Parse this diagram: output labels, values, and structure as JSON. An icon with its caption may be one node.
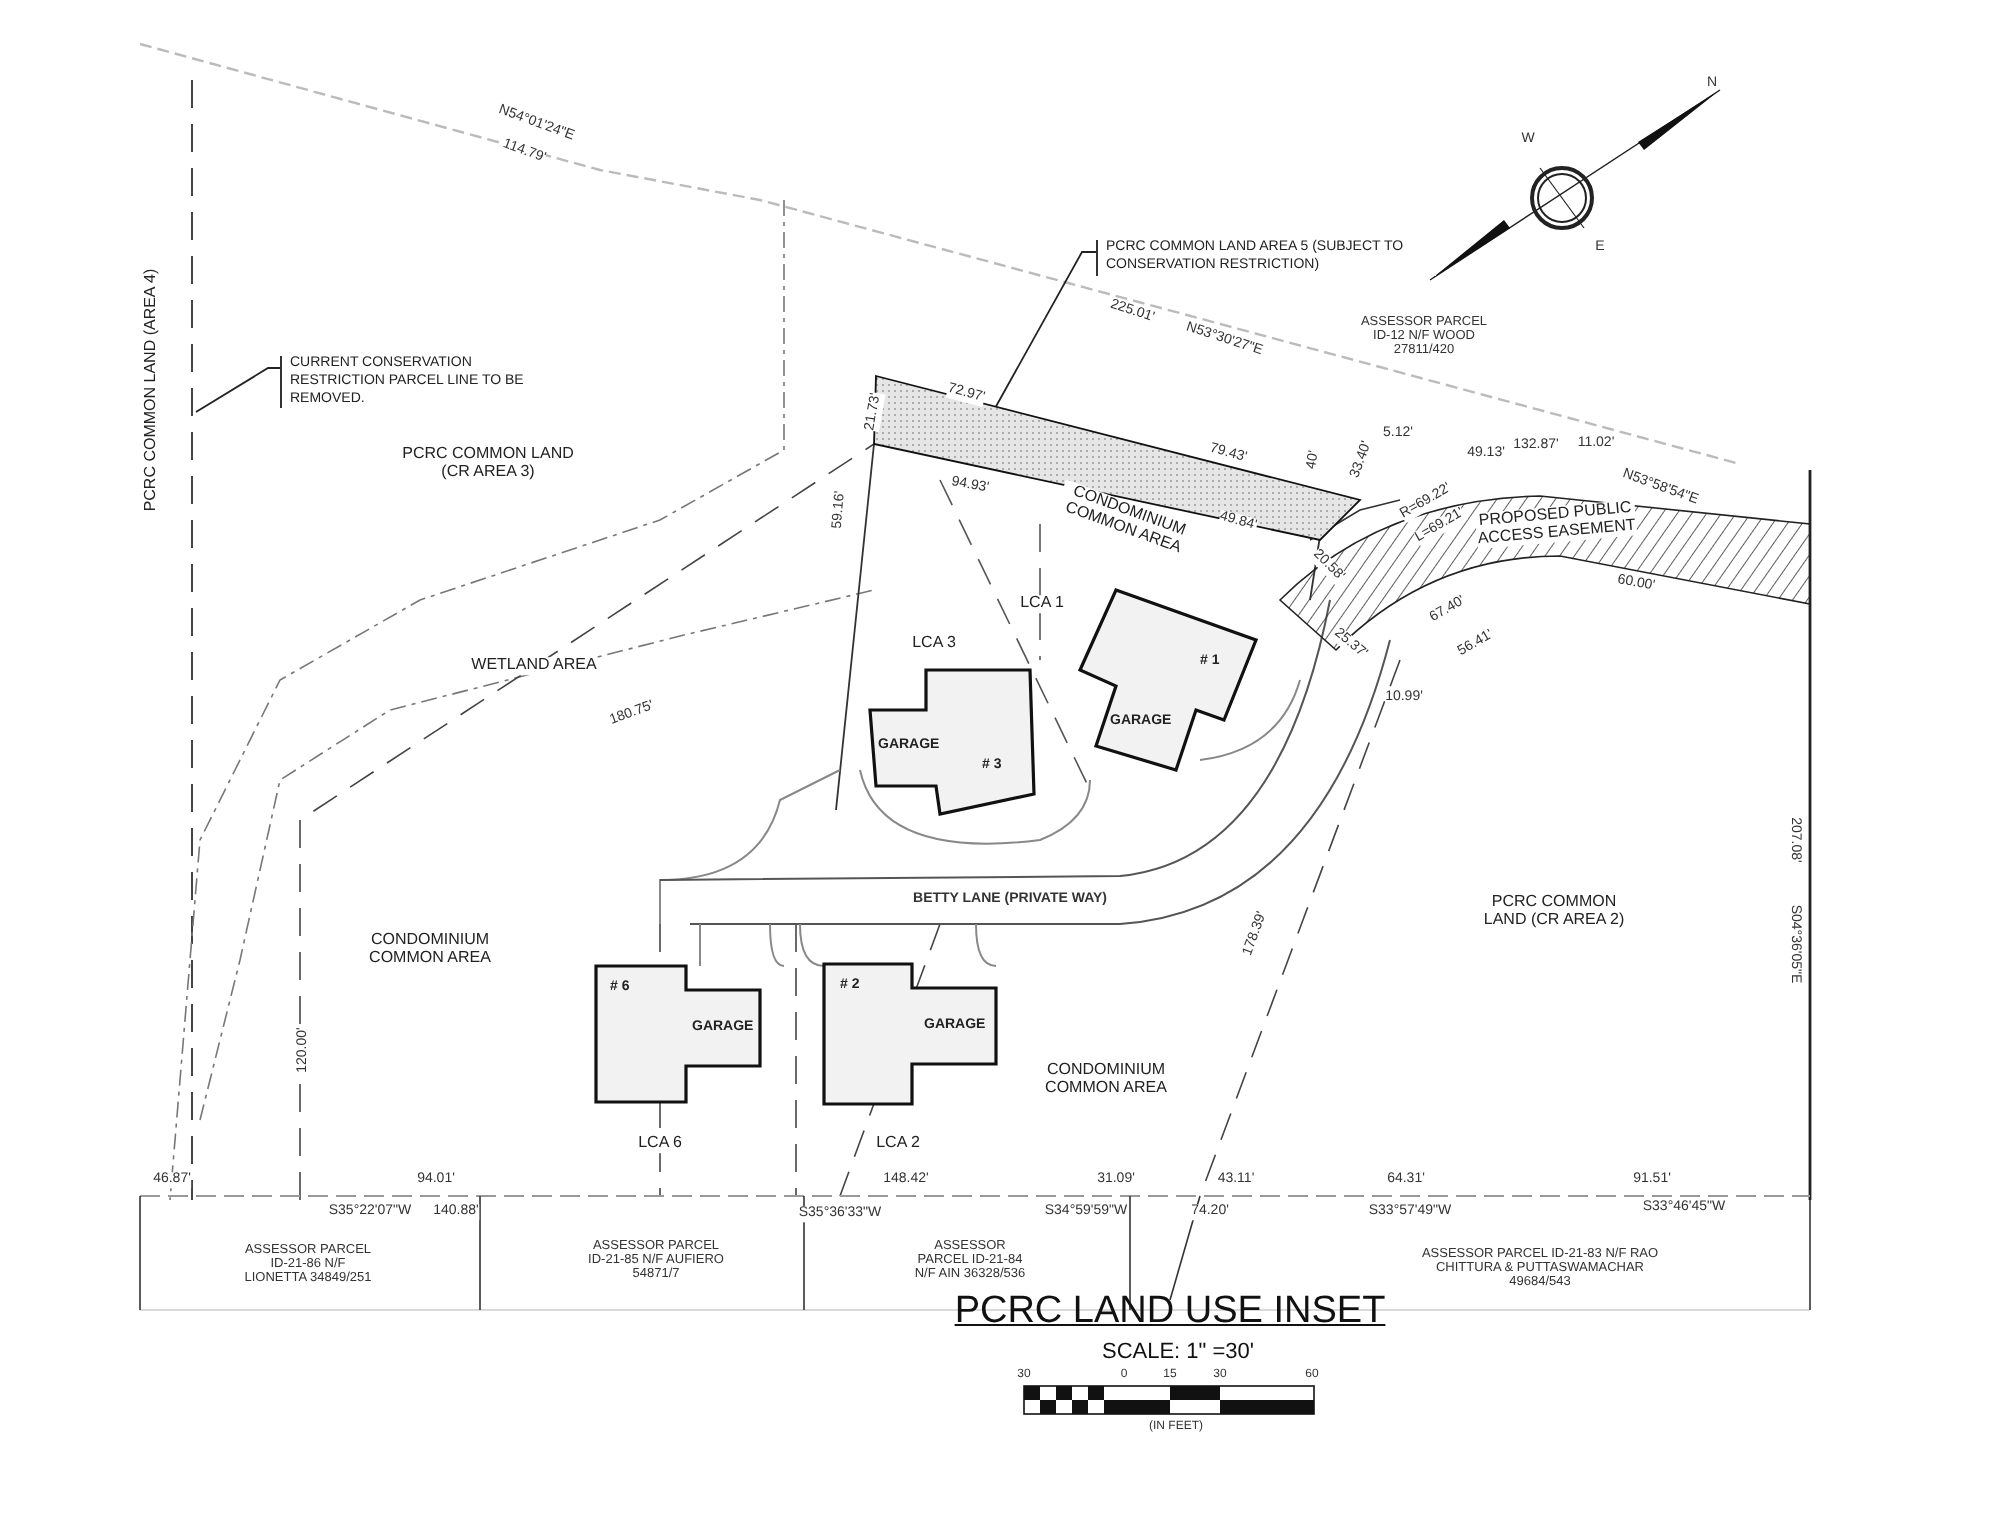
{
  "diagram": {
    "title": "PCRC LAND USE INSET",
    "nodes": [
      {
        "text": [
          "CURRENT CONSERVATION RESTRICTION PARCEL LINE TO BE REMOVED."
        ]
      },
      {
        "text": [
          "PCRC COMMON LAND AREA 5 (SUBJECT TO CONSERVATION RESTRICTION)"
        ]
      },
      {
        "text": [],
        "shape": "bar"
      },
      {
        "text": [
          "GARAGE",
          "# 3"
        ]
      },
      {
        "text": [
          "# 1",
          "GARAGE"
        ]
      },
      {
        "text": [
          "# 6",
          "GARAGE"
        ]
      },
      {
        "text": [
          "# 2",
          "GARAGE"
        ]
      }
    ],
    "edges": [
      {
        "from": 0,
        "to": null,
        "arrow": "none"
      },
      {
        "from": 1,
        "to": 2,
        "arrow": "none"
      }
    ],
    "labels": [
      "N",
      "W",
      "E",
      "N54°01'24\"E",
      "114.79'",
      "PCRC COMMON LAND (AREA 4)",
      "PCRC COMMON LAND (CR AREA 3)",
      "225.01'",
      "N53°30'27\"E",
      "ASSESSOR PARCEL ID-12 N/F WOOD 27811/420",
      "72.97'",
      "21.73'",
      "94.93'",
      "79.43'",
      "49.84'",
      "CONDOMINIUM COMMON AREA",
      "40'",
      "33.40'",
      "5.12'",
      "49.13'",
      "132.87'",
      "11.02'",
      "R=69.22'",
      "L=69.21'",
      "PROPOSED PUBLIC ACCESS EASEMENT",
      "N53°58'54\"E",
      "60.00'",
      "20.58'",
      "LCA 1",
      "LCA 3",
      "59.16'",
      "WETLAND AREA",
      "180.75'",
      "25.37'",
      "67.40'",
      "56.41'",
      "10.99'",
      "BETTY LANE (PRIVATE WAY)",
      "PCRC COMMON LAND (CR AREA 2)",
      "207.08'",
      "S04°36'05\"E",
      "CONDOMINIUM COMMON AREA",
      "120.00'",
      "178.39'",
      "CONDOMINIUM COMMON AREA",
      "LCA 6",
      "LCA 2",
      "46.87'",
      "94.01'",
      "148.42'",
      "31.09'",
      "43.11'",
      "64.31'",
      "91.51'",
      "S35°22'07\"W",
      "140.88'",
      "S35°36'33\"W",
      "S34°59'59\"W",
      "74.20'",
      "S33°57'49\"W",
      "S33°46'45\"W",
      "ASSESSOR PARCEL ID-21-86 N/F LIONETTA 34849/251",
      "ASSESSOR PARCEL ID-21-85 N/F AUFIERO 54871/7",
      "ASSESSOR PARCEL ID-21-84 N/F AIN 36328/536",
      "ASSESSOR PARCEL ID-21-83 N/F RAO CHITTURA & PUTTASWAMACHAR 49684/543",
      "SCALE: 1\" =30'",
      "30",
      "0",
      "15",
      "30",
      "60",
      "(IN FEET)"
    ]
  }
}
